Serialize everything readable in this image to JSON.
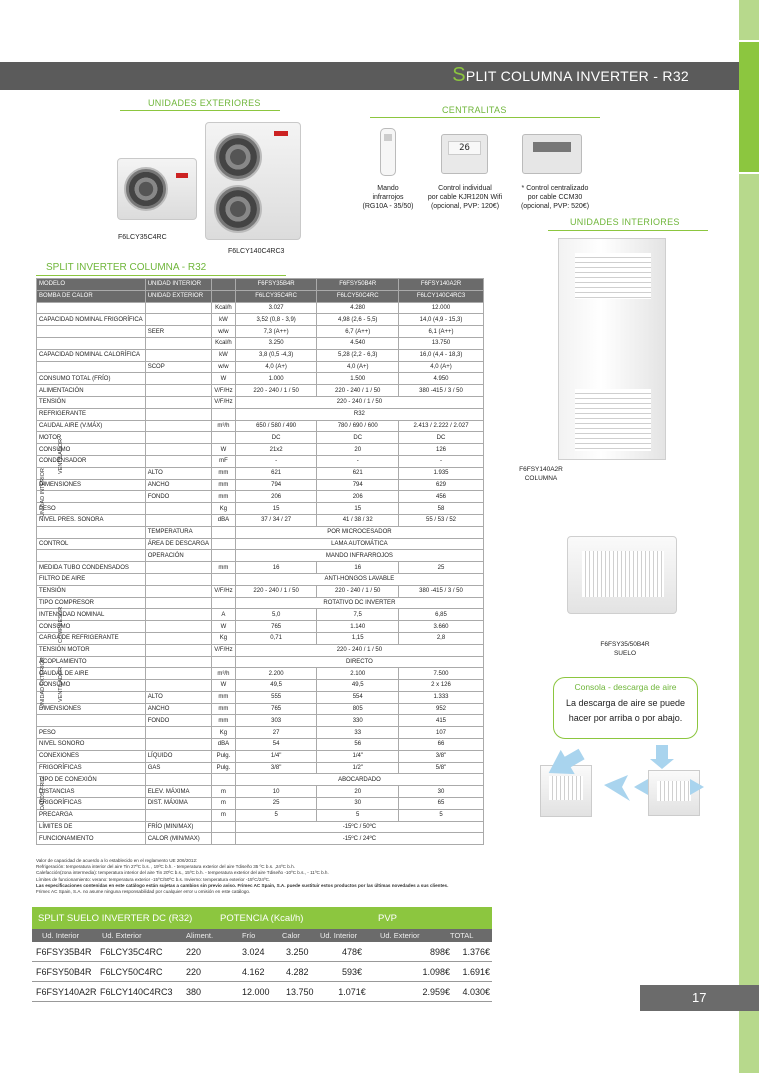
{
  "header": {
    "title_initial": "S",
    "title_rest": "PLIT COLUMNA INVERTER - R32"
  },
  "sections": {
    "outdoor": "UNIDADES  EXTERIORES",
    "controls": "CENTRALITAS",
    "indoor": "UNIDADES INTERIORES"
  },
  "captions": {
    "outdoor_small": "F6LCY35C4RC",
    "outdoor_large": "F6LCY140C4RC3",
    "remote": [
      "Mando",
      "infrarrojos",
      "(RG10A - 35/50)"
    ],
    "wired": [
      "Control individual",
      "por cable KJR120N Wifi",
      "(opcional, PVP: 120€)"
    ],
    "central": [
      "* Control centralizado",
      "por cable CCM30",
      "(opcional, PVP: 520€)"
    ],
    "column": [
      "F6FSY140A2R",
      "COLUMNA"
    ],
    "floor": [
      "F6FSY35/50B4R",
      "SUELO"
    ],
    "controller_display": "26"
  },
  "consola": {
    "title": "Consola - descarga de aire",
    "line1": "La descarga de aire se puede",
    "line2": "hacer por arriba o por abajo."
  },
  "spec": {
    "title": "SPLIT INVERTER COLUMNA - R32",
    "rows": [
      {
        "a": "MODELO",
        "b": "UNIDAD INTERIOR",
        "u": "",
        "v": [
          "F6FSY35B4R",
          "F6FSY50B4R",
          "F6FSY140A2R"
        ],
        "dark": true
      },
      {
        "a": "BOMBA DE CALOR",
        "b": "UNIDAD EXTERIOR",
        "u": "",
        "v": [
          "F6LCY35C4RC",
          "F6LCY50C4RC",
          "F6LCY140C4RC3"
        ],
        "dark": true
      },
      {
        "a": "",
        "b": "",
        "u": "Kcal/h",
        "v": [
          "3.027",
          "4.280",
          "12.000"
        ]
      },
      {
        "a": "CAPACIDAD NOMINAL FRIGORÍFICA",
        "b": "",
        "u": "kW",
        "v": [
          "3,52 (0,8 - 3,9)",
          "4,98 (2,6 - 5,5)",
          "14,0 (4,9 - 15,3)"
        ]
      },
      {
        "a": "",
        "b": "SEER",
        "u": "w/w",
        "v": [
          "7,3 (A++)",
          "6,7 (A++)",
          "6,1 (A++)"
        ]
      },
      {
        "a": "",
        "b": "",
        "u": "Kcal/h",
        "v": [
          "3.250",
          "4.540",
          "13.750"
        ]
      },
      {
        "a": "CAPACIDAD NOMINAL CALORÍFICA",
        "b": "",
        "u": "kW",
        "v": [
          "3,8 (0,5 -4,3)",
          "5,28 (2,2 - 6,3)",
          "16,0 (4,4 - 18,3)"
        ]
      },
      {
        "a": "",
        "b": "SCOP",
        "u": "w/w",
        "v": [
          "4,0 (A+)",
          "4,0 (A+)",
          "4,0 (A+)"
        ]
      },
      {
        "a": "CONSUMO TOTAL (FRÍO)",
        "b": "",
        "u": "W",
        "v": [
          "1.000",
          "1.500",
          "4.950"
        ]
      },
      {
        "a": "ALIMENTACIÓN",
        "b": "",
        "u": "V/F/Hz",
        "v": [
          "220 - 240 / 1 / 50",
          "220 - 240 / 1 / 50",
          "380 -415 / 3 / 50"
        ]
      },
      {
        "a": "TENSIÓN",
        "b": "",
        "u": "V/F/Hz",
        "span": "220 - 240 / 1 / 50"
      },
      {
        "a": "REFRIGERANTE",
        "b": "",
        "u": "",
        "span": "R32"
      },
      {
        "a": "CAUDAL AIRE (V.MÁX)",
        "b": "",
        "u": "m³/h",
        "v": [
          "650 / 580 / 490",
          "780 / 690 / 600",
          "2.413 / 2.222 / 2.027"
        ]
      },
      {
        "a": "MOTOR",
        "b": "",
        "u": "",
        "v": [
          "DC",
          "DC",
          "DC"
        ]
      },
      {
        "a": "CONSUMO",
        "b": "",
        "u": "W",
        "v": [
          "21x2",
          "20",
          "126"
        ]
      },
      {
        "a": "CONDENSADOR",
        "b": "",
        "u": "mF",
        "v": [
          "-",
          "-",
          "-"
        ]
      },
      {
        "a": "",
        "b": "ALTO",
        "u": "mm",
        "v": [
          "621",
          "621",
          "1.935"
        ]
      },
      {
        "a": "DIMENSIONES",
        "b": "ANCHO",
        "u": "mm",
        "v": [
          "794",
          "794",
          "629"
        ]
      },
      {
        "a": "",
        "b": "FONDO",
        "u": "mm",
        "v": [
          "206",
          "206",
          "456"
        ]
      },
      {
        "a": "PESO",
        "b": "",
        "u": "Kg",
        "v": [
          "15",
          "15",
          "58"
        ]
      },
      {
        "a": "NIVEL PRES. SONORA",
        "b": "",
        "u": "dBA",
        "v": [
          "37 / 34 / 27",
          "41 / 38 / 32",
          "55 / 53 / 52"
        ]
      },
      {
        "a": "",
        "b": "TEMPERATURA",
        "u": "",
        "span": "POR MICROCESADOR"
      },
      {
        "a": "CONTROL",
        "b": "ÁREA DE DESCARGA",
        "u": "",
        "span": "LAMA  AUTOMÁTICA"
      },
      {
        "a": "",
        "b": "OPERACIÓN",
        "u": "",
        "span": "MANDO INFRARROJOS"
      },
      {
        "a": "MEDIDA TUBO CONDENSADOS",
        "b": "",
        "u": "mm",
        "v": [
          "16",
          "16",
          "25"
        ]
      },
      {
        "a": "FILTRO DE AIRE",
        "b": "",
        "u": "",
        "span": "ANTI-HONGOS LAVABLE"
      },
      {
        "a": "TENSIÓN",
        "b": "",
        "u": "V/F/Hz",
        "v": [
          "220 - 240 / 1 / 50",
          "220 - 240 / 1 / 50",
          "380 -415 / 3 / 50"
        ]
      },
      {
        "a": "TIPO COMPRESOR",
        "b": "",
        "u": "",
        "span": "ROTATIVO DC INVERTER"
      },
      {
        "a": "INTENSIDAD NOMINAL",
        "b": "",
        "u": "A",
        "v": [
          "5,0",
          "7,5",
          "6,85"
        ]
      },
      {
        "a": "CONSUMO",
        "b": "",
        "u": "W",
        "v": [
          "765",
          "1.140",
          "3.660"
        ]
      },
      {
        "a": "CARGA DE REFRIGERANTE",
        "b": "",
        "u": "Kg",
        "v": [
          "0,71",
          "1,15",
          "2,8"
        ]
      },
      {
        "a": "TENSIÓN MOTOR",
        "b": "",
        "u": "V/F/Hz",
        "span": "220 - 240 / 1 / 50"
      },
      {
        "a": "ACOPLAMIENTO",
        "b": "",
        "u": "",
        "span": "DIRECTO"
      },
      {
        "a": "CAUDAL DE AIRE",
        "b": "",
        "u": "m³/h",
        "v": [
          "2.200",
          "2.100",
          "7.500"
        ]
      },
      {
        "a": "CONSUMO",
        "b": "",
        "u": "W",
        "v": [
          "49,5",
          "49,5",
          "2 x 126"
        ]
      },
      {
        "a": "",
        "b": "ALTO",
        "u": "mm",
        "v": [
          "555",
          "554",
          "1.333"
        ]
      },
      {
        "a": "DIMENSIONES",
        "b": "ANCHO",
        "u": "mm",
        "v": [
          "765",
          "805",
          "952"
        ]
      },
      {
        "a": "",
        "b": "FONDO",
        "u": "mm",
        "v": [
          "303",
          "330",
          "415"
        ]
      },
      {
        "a": "PESO",
        "b": "",
        "u": "Kg",
        "v": [
          "27",
          "33",
          "107"
        ]
      },
      {
        "a": "NIVEL SONORO",
        "b": "",
        "u": "dBA",
        "v": [
          "54",
          "56",
          "66"
        ]
      },
      {
        "a": "CONEXIONES",
        "b": "LÍQUIDO",
        "u": "Pulg.",
        "v": [
          "1/4\"",
          "1/4\"",
          "3/8\""
        ]
      },
      {
        "a": "FRIGORÍFICAS",
        "b": "GAS",
        "u": "Pulg.",
        "v": [
          "3/8\"",
          "1/2\"",
          "5/8\""
        ]
      },
      {
        "a": "TIPO DE CONEXIÓN",
        "b": "",
        "u": "",
        "span": "ABOCARDADO"
      },
      {
        "a": "DISTANCIAS",
        "b": "ELEV. MÁXIMA",
        "u": "m",
        "v": [
          "10",
          "20",
          "30"
        ]
      },
      {
        "a": "FRIGORÍFICAS",
        "b": "DIST. MÁXIMA",
        "u": "m",
        "v": [
          "25",
          "30",
          "65"
        ]
      },
      {
        "a": "PRECARGA",
        "b": "",
        "u": "m",
        "v": [
          "5",
          "5",
          "5"
        ]
      },
      {
        "a": "LÍMITES DE",
        "b": "FRÍO (MIN/MAX)",
        "u": "",
        "span": "-15ºC / 50ºC"
      },
      {
        "a": "FUNCIONAMIENTO",
        "b": "CALOR (MIN/MAX)",
        "u": "",
        "span": "-15ºC / 24ºC"
      }
    ],
    "groups": {
      "unidad_interior": "UNIDAD INTERIOR",
      "ventilador_int": "VENTILADOR",
      "unidad_exterior": "UNIDAD EXTERIOR",
      "compresor": "COMPRESOR",
      "ventilador_ext": "VENTILADOR",
      "datos_frig": "DATOS FRIG."
    }
  },
  "notes": [
    "Valor de capacidad de acuerdo a lo establecido en el reglamento UE 206/2012:",
    "Refrigeración: temperatura interior del aire  Tin 27ºC b.s. , 19ºC b.h. - temperatura exterior del aire  Tdiseño 35 ºC b.s. ,24ºC b.h.",
    "Calefacción(zona intermedia): temperatura interior del aire  Tin 20ºC b.s., 15ºC b.h. - temperatura exterior del aire  Tdiseño -10ºC b.s., - 11ºC b.h.",
    "Límites de funcionamiento: verano: temperatura exterior -15ºC/50ºC b.s. Invierno: temperatura exterior -15ºC/24ºC.",
    "Las especificaciones contenidas en este catálogo están sujetas a cambios sin previo aviso. Frimec AC Spain, S.A. puede sustituir estos productos por las últimas novedades a sus clientes.",
    "Frimec AC Spain, S.A. no asume ninguna responsabilidad por cualquier error u omisión en este catálogo."
  ],
  "price": {
    "header": [
      "SPLIT SUELO INVERTER DC (R32)",
      "POTENCIA (Kcal/h)",
      "PVP"
    ],
    "columns": [
      "Ud. Interior",
      "Ud. Exterior",
      "Aliment.",
      "Frío",
      "Calor",
      "Ud. Interior",
      "Ud. Exterior",
      "TOTAL"
    ],
    "rows": [
      [
        "F6FSY35B4R",
        "F6LCY35C4RC",
        "220",
        "3.024",
        "3.250",
        "478€",
        "898€",
        "1.376€"
      ],
      [
        "F6FSY50B4R",
        "F6LCY50C4RC",
        "220",
        "4.162",
        "4.282",
        "593€",
        "1.098€",
        "1.691€"
      ],
      [
        "F6FSY140A2R",
        "F6LCY140C4RC3",
        "380",
        "12.000",
        "13.750",
        "1.071€",
        "2.959€",
        "4.030€"
      ]
    ]
  },
  "page_number": "17",
  "colors": {
    "accent": "#8cc63f",
    "header": "#5b5b5b",
    "table_dark": "#6b6b6b",
    "stripe": "#b7d98c"
  }
}
